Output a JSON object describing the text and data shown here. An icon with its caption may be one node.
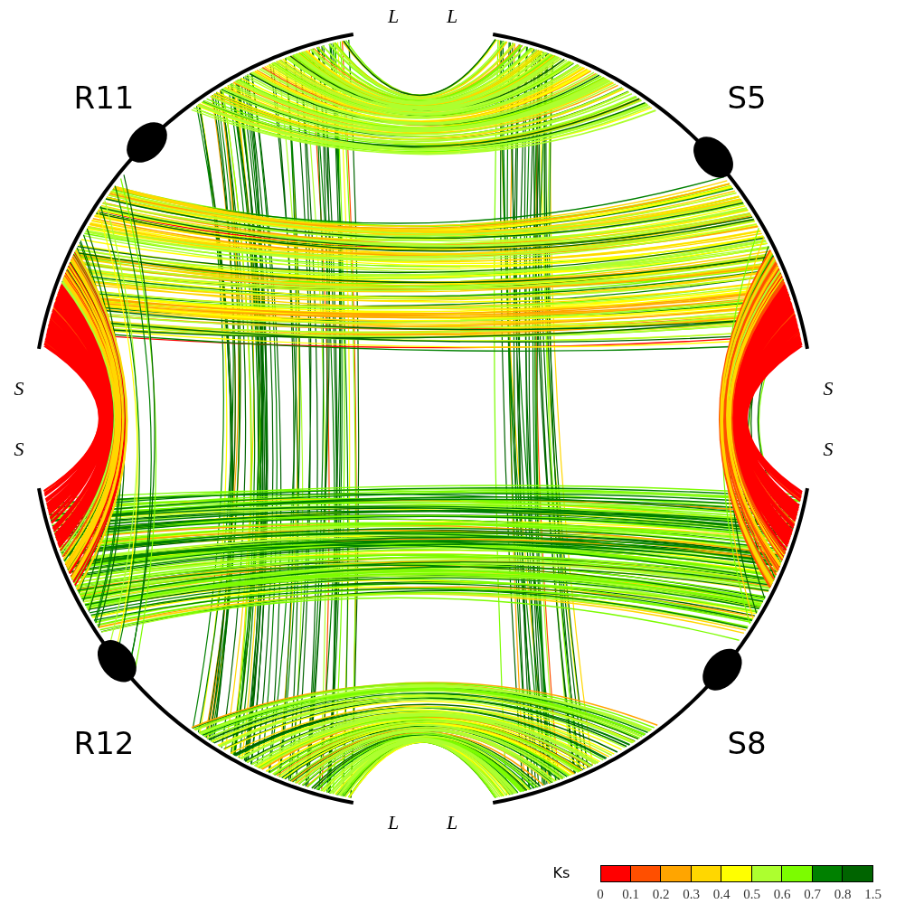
{
  "diagram": {
    "labels": [
      "L",
      "L",
      "R11",
      "S5",
      "S",
      "S",
      "S",
      "S",
      "R12",
      "S8",
      "L",
      "L",
      "Ks",
      "1.5"
    ],
    "legend": [
      {
        "text": "0",
        "color": "#ff0000"
      },
      {
        "text": "0.1",
        "color": "#ff4f00"
      },
      {
        "text": "0.2",
        "color": "#ffa500"
      },
      {
        "text": "0.3",
        "color": "#ffd700"
      },
      {
        "text": "0.4",
        "color": "#ffff00"
      },
      {
        "text": "0.5",
        "color": "#adff2f"
      },
      {
        "text": "0.6",
        "color": "#7cfc00"
      },
      {
        "text": "0.7",
        "color": "#008000"
      },
      {
        "text": "0.8",
        "color": "#006400"
      }
    ]
  }
}
